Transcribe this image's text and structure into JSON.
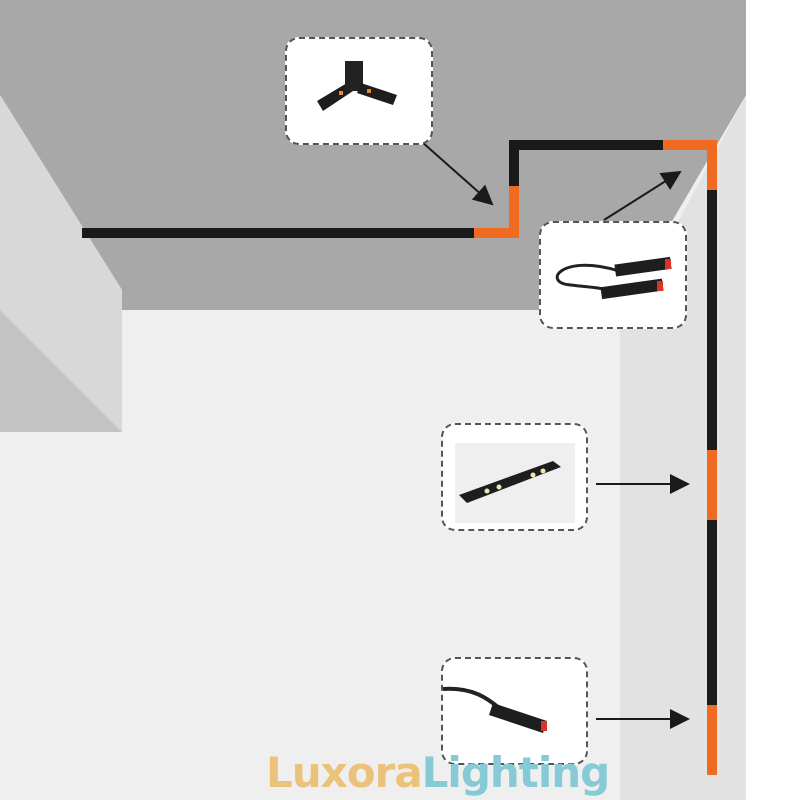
{
  "logo": {
    "part1": "Luxora",
    "part2": "Lighting",
    "color1": "#ebc27a",
    "color2": "#86cad6"
  },
  "colors": {
    "track": "#1a1a1a",
    "connector": "#f06a22",
    "ceiling": "#a8a8a8",
    "wall": "#efefef"
  },
  "callouts": [
    {
      "name": "l-corner-connector"
    },
    {
      "name": "flexible-cable-connector"
    },
    {
      "name": "straight-connector"
    },
    {
      "name": "power-feed-connector"
    }
  ]
}
